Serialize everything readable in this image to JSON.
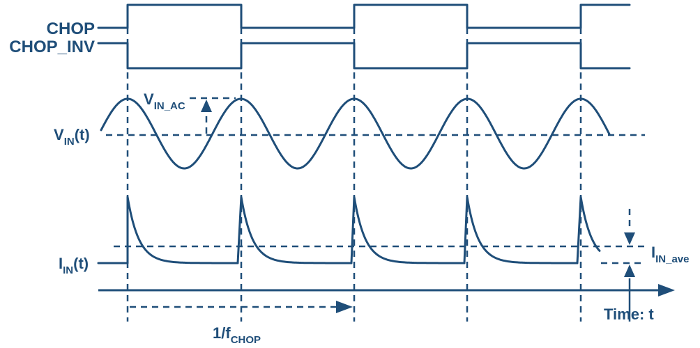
{
  "colors": {
    "ink": "#1f4e79",
    "background": "#ffffff"
  },
  "labels": {
    "chop": "CHOP",
    "chop_inv": "CHOP_INV",
    "vin_ac_main": "V",
    "vin_ac_sub": "IN_AC",
    "vin_main": "V",
    "vin_sub": "IN",
    "vin_tail": "(t)",
    "iin_main": "I",
    "iin_sub": "IN",
    "iin_tail": "(t)",
    "iin_ave_main": "I",
    "iin_ave_sub": "IN_ave",
    "period_main": "1/f",
    "period_sub": "CHOP",
    "time_axis": "Time: t"
  }
}
